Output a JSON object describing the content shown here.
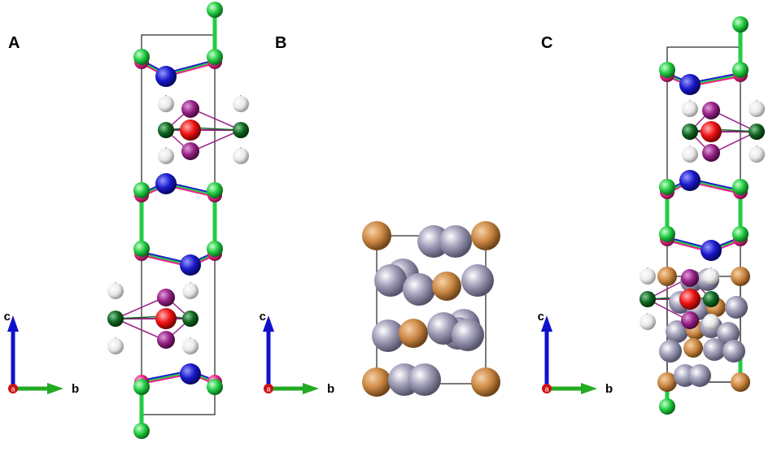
{
  "figure": {
    "panels": [
      {
        "id": "A",
        "label": "A"
      },
      {
        "id": "B",
        "label": "B"
      },
      {
        "id": "C",
        "label": "C"
      }
    ],
    "axes": {
      "c_label": "c",
      "b_label": "b",
      "a_label": "a"
    },
    "colors": {
      "green_atom": "#22cc44",
      "pink_atom": "#ee2288",
      "blue_atom": "#1a1acc",
      "white_atom": "#eeeeee",
      "purple_atom": "#992288",
      "red_atom": "#ee1111",
      "darkgreen_atom": "#116622",
      "orange_atom": "#cc8844",
      "gray_atom": "#9a98b0",
      "cell_line": "#222222",
      "axis_c": "#1111cc",
      "axis_b": "#22aa22",
      "axis_a": "#cc1111"
    }
  }
}
